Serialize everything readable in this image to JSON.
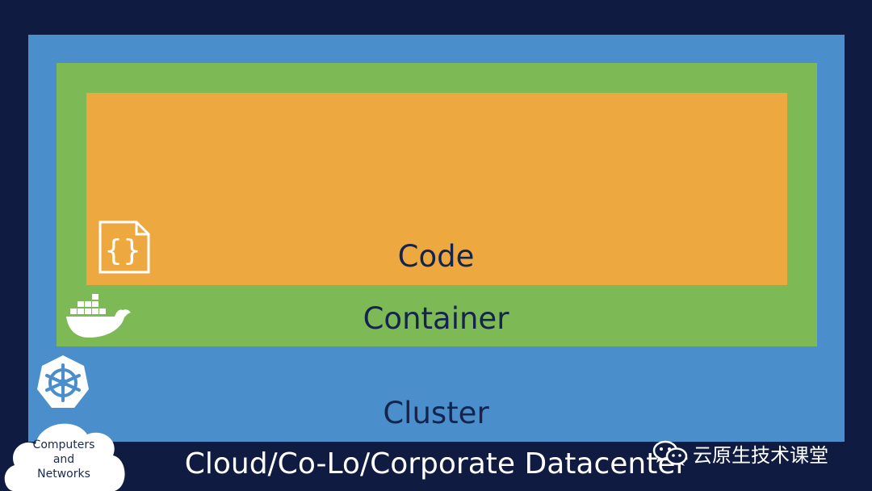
{
  "layers": {
    "code": "Code",
    "container": "Container",
    "cluster": "Cluster",
    "datacenter": "Cloud/Co-Lo/Corporate Datacenter"
  },
  "logo": {
    "line1": "Computers",
    "line2": "and",
    "line3": "Networks"
  },
  "watermark": "云原生技术课堂",
  "icons": [
    "code-file-icon",
    "docker-whale-icon",
    "kubernetes-icon",
    "cloud-icon",
    "wechat-icon"
  ],
  "colors": {
    "background": "#0f1b40",
    "cluster": "#4a8fcc",
    "container": "#7db954",
    "code": "#eda93f",
    "label": "#14244d"
  }
}
